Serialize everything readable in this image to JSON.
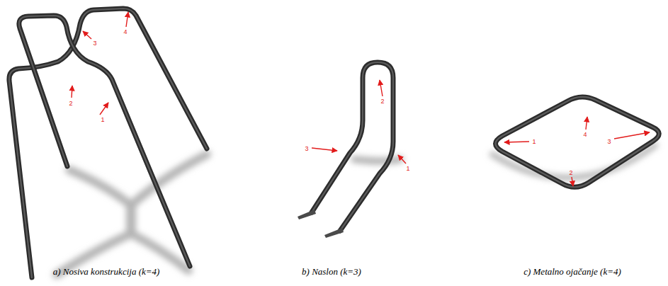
{
  "diagram": {
    "labels": [
      "4",
      "3",
      "2",
      "1",
      "2",
      "3",
      "1",
      "4",
      "1",
      "3",
      "2",
      "a) Nosiva konstrukcija (k=4)",
      "b) Naslon (k=3)",
      "c) Metalno ojačanje (k=4)"
    ]
  }
}
